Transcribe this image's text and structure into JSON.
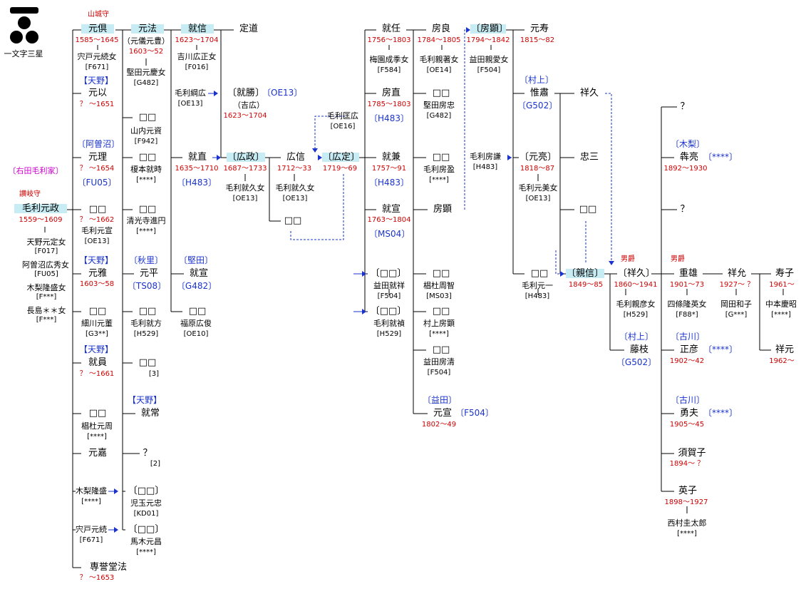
{
  "crest": {
    "label": "一文字三星"
  },
  "branch_label": "〔右田毛利家〕",
  "root": {
    "title": "讃岐守",
    "name": "毛利元政",
    "dates": "1559～1609",
    "spouses": [
      {
        "name": "天野元定女",
        "code": "[F017]"
      },
      {
        "name": "阿曽沼広秀女",
        "code": "[FU05]"
      },
      {
        "name": "木梨隆盛女",
        "code": "[F***]"
      },
      {
        "name": "長島＊＊女",
        "code": "[F***]"
      }
    ]
  },
  "gen1": {
    "motonori": {
      "title": "山城守",
      "name": "元倶",
      "dates": "1585～1645",
      "spouse": "宍戸元続女",
      "code": "[F671]"
    },
    "motomochi": {
      "adopt": "【天野】",
      "name": "元以",
      "dates": "？ ～1651"
    },
    "motomasa": {
      "adopt": "〔阿曽沼〕",
      "name": "元理",
      "dates": "？ ～1654",
      "code": "〔FU05〕"
    },
    "b1": {
      "name": "□□",
      "dates": "？ ～1662",
      "spouse": "毛利元宣",
      "code": "[OE13]"
    },
    "motomasa2": {
      "adopt": "【天野】",
      "name": "元雅",
      "dates": "1603～58"
    },
    "b2": {
      "name": "□□",
      "spouse": "細川元董",
      "code": "[G3**]"
    },
    "narikazu": {
      "adopt": "【天野】",
      "name": "就員",
      "dates": "？ ～1661"
    },
    "b3": {
      "name": "□□",
      "spouse": "椙杜元周",
      "code": "[****]"
    },
    "motoyoshi": {
      "name": "元嘉"
    },
    "kinashi": {
      "name": "木梨隆盛",
      "code": "[****]"
    },
    "shishido": {
      "name": "宍戸元続",
      "code": "[F671]"
    },
    "sen": {
      "name": "専誉堂法",
      "dates": "？ ～1653"
    }
  },
  "gen2": {
    "motonori": {
      "name": "元法",
      "alt": "（元儀元豊）",
      "dates": "1603～52",
      "spouse": "堅田元慶女",
      "code": "[G482]"
    },
    "c1": {
      "name": "□□",
      "spouse": "山内元資",
      "code": "[F942]"
    },
    "c2": {
      "name": "□□",
      "spouse": "榎本就時",
      "code": "[****]"
    },
    "c3": {
      "name": "□□",
      "spouse": "清光寺進円",
      "code": "[****]"
    },
    "motohira": {
      "adopt": "〔秋里〕",
      "name": "元平",
      "code": "〔TS08〕"
    },
    "c4": {
      "name": "□□",
      "spouse": "毛利就方",
      "code": "[H529]"
    },
    "c5": {
      "name": "□□",
      "note": "[3]"
    },
    "narijune": {
      "adopt": "【天野】",
      "name": "就常"
    },
    "unk": {
      "name": "？",
      "note": "[2]"
    },
    "c6": {
      "name": "〔□□〕",
      "spouse": "児玉元忠",
      "code": "[KD01]"
    },
    "c7": {
      "name": "〔□□〕",
      "spouse": "馬木元昌",
      "code": "[****]"
    }
  },
  "gen3": {
    "narinobu": {
      "name": "就信",
      "dates": "1623～1704",
      "spouse": "吉川広正女",
      "code": "[F016]"
    },
    "tsunahiro": {
      "name": "毛利綱広",
      "code": "[OE13]"
    },
    "narinao": {
      "name": "就直",
      "dates": "1635～1710",
      "code": "〔H483〕"
    },
    "narinobu2": {
      "adopt": "〔堅田〕",
      "name": "就宣",
      "code": "〔G482〕"
    },
    "d1": {
      "name": "□□",
      "spouse": "福原広俊",
      "code": "[OE10]"
    }
  },
  "gen4": {
    "sadamichi": {
      "name": "定道"
    },
    "narikatsu": {
      "name": "〔就勝〕",
      "alt": "（吉広）",
      "dates": "1623～1704",
      "code": "〔OE13〕"
    },
    "hiromasa": {
      "name": "〔広政〕",
      "dates": "1687～1733",
      "spouse": "毛利就久女",
      "code": "[OE13]"
    }
  },
  "gen5": {
    "hironobu": {
      "name": "広信",
      "dates": "1712～33",
      "spouse": "毛利就久女",
      "code": "[OE13]"
    },
    "e1": {
      "name": "□□"
    }
  },
  "gen6": {
    "masahiro": {
      "name": "毛利匡広",
      "code": "[OE16]"
    },
    "hirosada": {
      "name": "〔広定〕",
      "dates": "1719～69"
    }
  },
  "gen7": {
    "narito": {
      "name": "就任",
      "dates": "1756～1803",
      "spouse": "梅園成季女",
      "code": "[F584]"
    },
    "fusanao": {
      "name": "房直",
      "dates": "1785～1803",
      "code": "〔H483〕"
    },
    "narikane": {
      "name": "就兼",
      "dates": "1757～91",
      "code": "〔H483〕"
    },
    "narinori": {
      "name": "就宣",
      "dates": "1763～1804",
      "code": "〔MS04〕"
    },
    "f1": {
      "name": "〔□□〕",
      "spouse": "益田就祥",
      "code": "[F504]"
    },
    "f2": {
      "name": "〔□□〕",
      "spouse": "毛利就禎",
      "code": "[H529]"
    }
  },
  "gen8": {
    "fusayoshi": {
      "name": "房良",
      "dates": "1784～1805",
      "spouse": "毛利親著女",
      "code": "[OE14]"
    },
    "g1": {
      "name": "□□",
      "spouse": "堅田房忠",
      "code": "[G482]"
    },
    "g2": {
      "name": "□□",
      "spouse": "毛利房盈",
      "code": "[****]"
    },
    "fusaaki": {
      "name": "房顕"
    },
    "g3": {
      "name": "□□",
      "spouse": "椙杜周智",
      "code": "[MS03]"
    },
    "g4": {
      "name": "□□",
      "spouse": "村上房顕",
      "code": "[****]"
    },
    "g5": {
      "name": "□□",
      "spouse": "益田房清",
      "code": "[F504]"
    },
    "motonobu": {
      "adopt": "〔益田〕",
      "name": "元宣",
      "dates": "1802～49",
      "code": "〔F504〕"
    }
  },
  "gen9": {
    "fusaaki2": {
      "name": "〔房顕〕",
      "dates": "1794～1842",
      "spouse": "益田親愛女",
      "code": "[F504]"
    },
    "fusakane": {
      "name": "毛利房謙",
      "code": "[H483]"
    }
  },
  "gen10": {
    "motohisa": {
      "name": "元寿",
      "dates": "1815～82"
    },
    "korechika": {
      "adopt": "〔村上〕",
      "name": "惟肅",
      "code": "〔G502〕"
    },
    "motoaki": {
      "name": "〔元亮〕",
      "dates": "1818～87",
      "spouse": "毛利元美女",
      "code": "[OE13]"
    },
    "h1": {
      "name": "□□",
      "spouse": "毛利元一",
      "code": "[H483]"
    }
  },
  "gen11": {
    "yoshihisa": {
      "name": "祥久"
    },
    "chuzo": {
      "name": "忠三"
    },
    "i1": {
      "name": "□□"
    },
    "chikanobu": {
      "name": "〔親信〕",
      "dates": "1849～85"
    }
  },
  "gen12": {
    "yoshihisa2": {
      "title": "男爵",
      "name": "〔祥久〕",
      "dates": "1860～1941",
      "spouse": "毛利親彦女",
      "code": "[H529]"
    },
    "fujie": {
      "adopt": "〔村上〕",
      "name": "藤枝",
      "code": "〔G502〕"
    }
  },
  "gen13": {
    "q1": {
      "name": "？"
    },
    "kiriyoshi": {
      "adopt": "〔木梨〕",
      "name": "犇亮",
      "dates": "1892～1930",
      "code": "〔****〕"
    },
    "q2": {
      "name": "？"
    },
    "shigeo": {
      "title": "男爵",
      "name": "重雄",
      "dates": "1901～73",
      "spouse": "四條隆英女",
      "code": "[F88*]"
    },
    "masahiko": {
      "adopt": "〔古川〕",
      "name": "正彦",
      "dates": "1902～42",
      "code": "〔****〕"
    },
    "isao": {
      "adopt": "〔古川〕",
      "name": "勇夫",
      "dates": "1905～45",
      "code": "〔****〕"
    },
    "sugako": {
      "name": "須賀子",
      "dates": "1894～ ？"
    },
    "eiko": {
      "name": "英子",
      "dates": "1898～1927",
      "spouse": "西村圭太郎",
      "code": "[****]"
    }
  },
  "gen14": {
    "yoshimitsu": {
      "name": "祥允",
      "dates": "1927～ ？",
      "spouse": "岡田和子",
      "code": "[G***]"
    }
  },
  "gen15": {
    "hisako": {
      "name": "寿子",
      "dates": "1961～",
      "spouse": "中本慶昭",
      "code": "[****]"
    },
    "yoshimoto": {
      "name": "祥元",
      "dates": "1962～"
    }
  },
  "colors": {
    "line": "#000000",
    "dashed": "#1a33cc",
    "highlight": "#c8ecf3",
    "dates": "#cc0000",
    "codes": "#1a33cc",
    "branch": "#cc00cc"
  }
}
